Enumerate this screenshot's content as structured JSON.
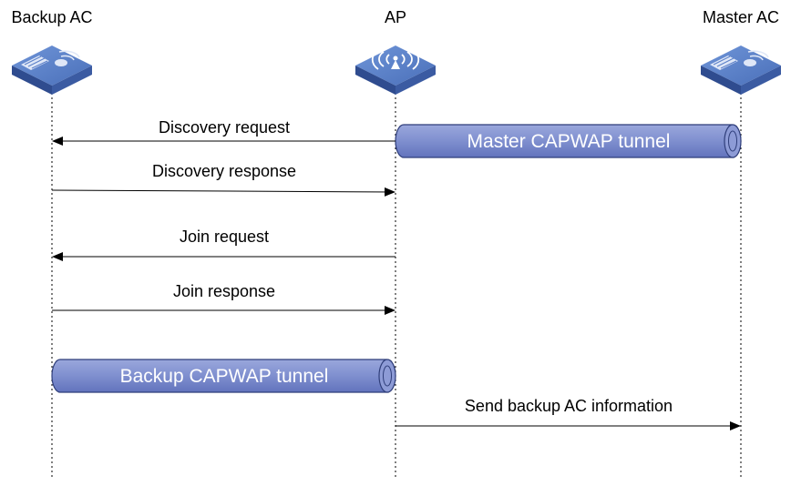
{
  "entities": {
    "backup_ac": {
      "label": "Backup AC",
      "icon": "wireless-ac-icon"
    },
    "ap": {
      "label": "AP",
      "icon": "access-point-icon"
    },
    "master_ac": {
      "label": "Master AC",
      "icon": "wireless-ac-icon"
    }
  },
  "tunnels": {
    "master": {
      "label": "Master CAPWAP tunnel"
    },
    "backup": {
      "label": "Backup CAPWAP tunnel"
    }
  },
  "messages": {
    "discovery_request": "Discovery request",
    "discovery_response": "Discovery response",
    "join_request": "Join request",
    "join_response": "Join response",
    "send_backup_info": "Send backup AC information"
  },
  "colors": {
    "tunnel_fill": "#7f8fcf",
    "tunnel_stroke": "#2f3e7a",
    "device_top": "#5b7fc8",
    "device_side": "#2f4c8f",
    "line": "#000000"
  }
}
